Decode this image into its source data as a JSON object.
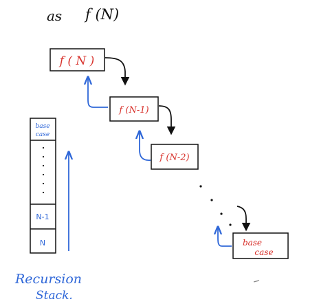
{
  "header": {
    "prefix": "as",
    "expression": "f (N)"
  },
  "call_boxes": [
    {
      "label": "f ( N )"
    },
    {
      "label": "f (N-1)"
    },
    {
      "label": "f (N-2)"
    },
    {
      "label": "base case",
      "line1": "base",
      "line2": "case"
    }
  ],
  "stack": {
    "top_line1": "base",
    "top_line2": "case",
    "second_label": "N-1",
    "bottom_label": "N",
    "caption_line1": "Recursion",
    "caption_line2": "Stack."
  },
  "colors": {
    "ink": "#111111",
    "red_ink": "#d8322c",
    "blue_ink": "#2f67d8"
  }
}
